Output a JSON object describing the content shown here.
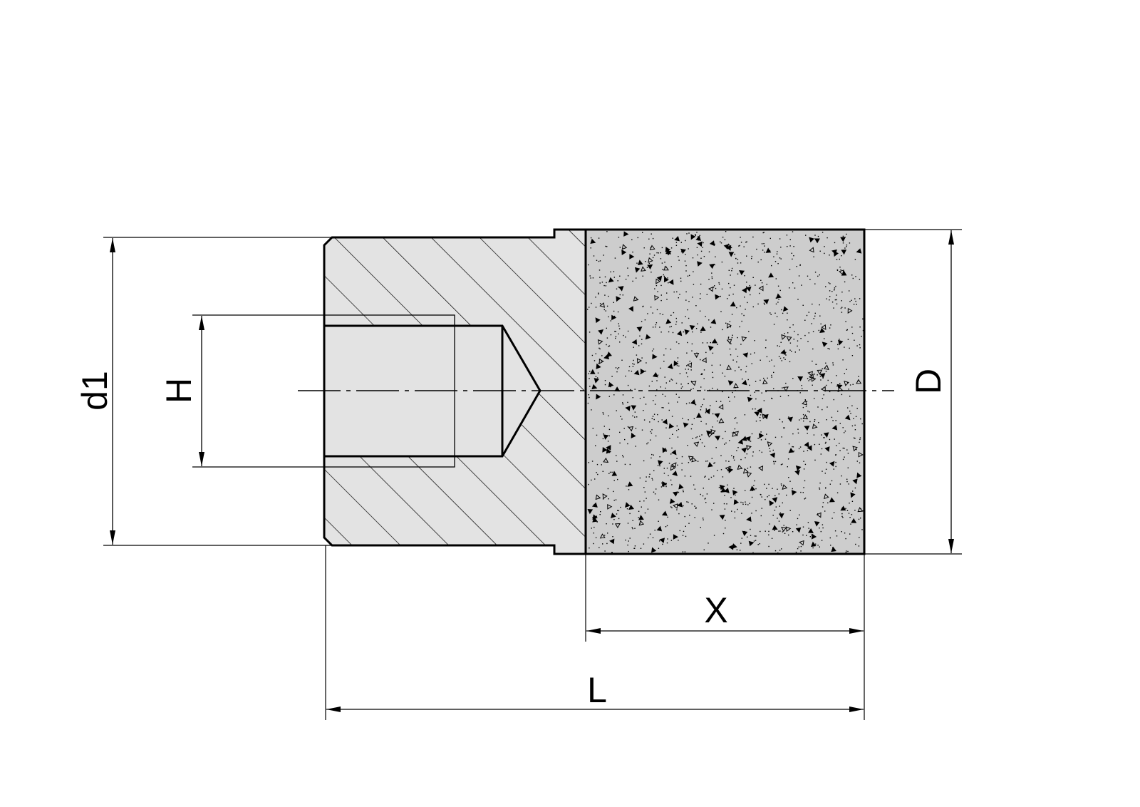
{
  "drawing": {
    "dimensions": {
      "d1": "d1",
      "H": "H",
      "D": "D",
      "X": "X",
      "L": "L"
    },
    "colors": {
      "steel_fill": "#e3e3e3",
      "abrasive_fill": "#cdcdcd",
      "line": "#000000"
    }
  }
}
